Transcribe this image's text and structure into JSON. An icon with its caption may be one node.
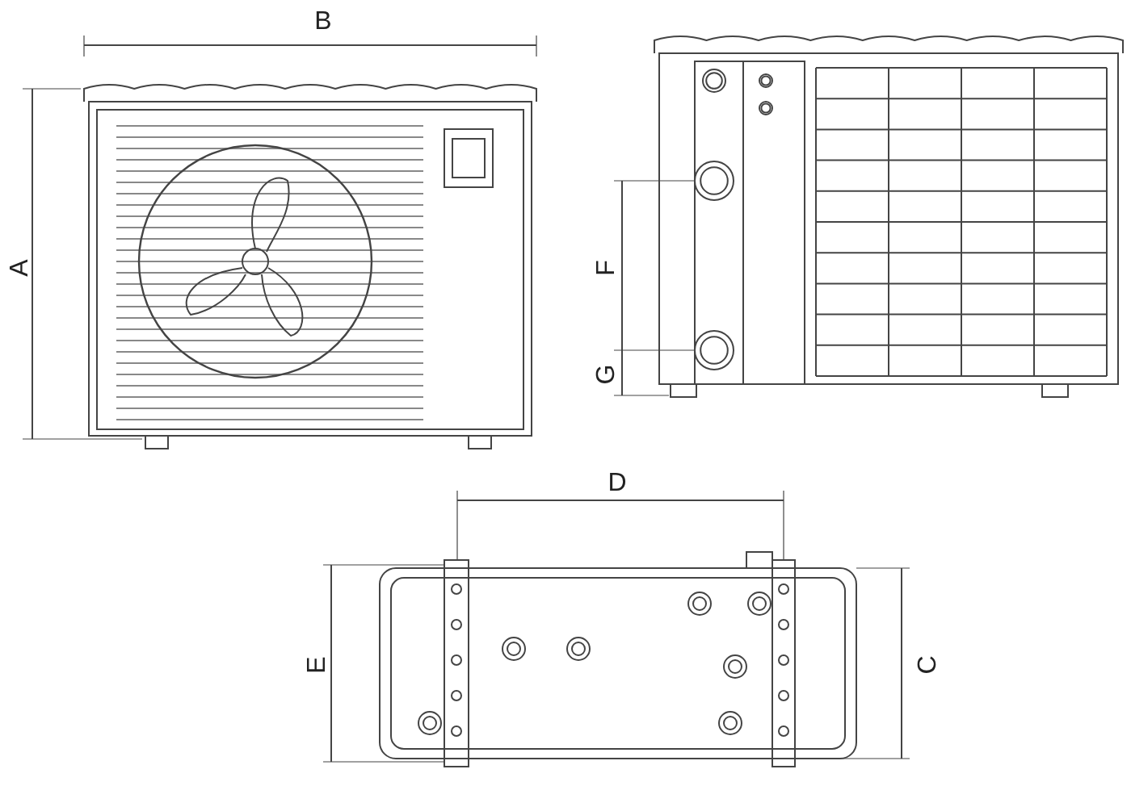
{
  "diagram": {
    "labels": [
      "B",
      "A",
      "F",
      "G",
      "D",
      "E",
      "C"
    ]
  }
}
